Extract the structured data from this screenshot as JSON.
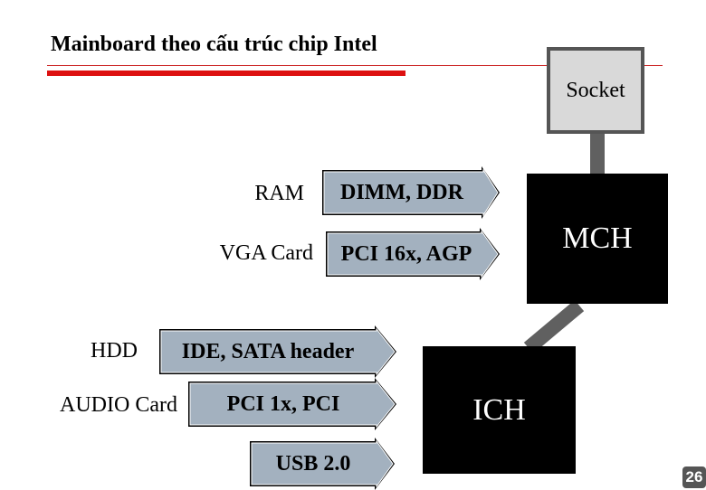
{
  "title": "Mainboard theo cấu trúc chip Intel",
  "socket": {
    "label": "Socket"
  },
  "mch": {
    "label": "MCH"
  },
  "ich": {
    "label": "ICH"
  },
  "mch_connections": [
    {
      "device": "RAM",
      "interface": "DIMM, DDR"
    },
    {
      "device": "VGA Card",
      "interface": "PCI 16x, AGP"
    }
  ],
  "ich_connections": [
    {
      "device": "HDD",
      "interface": "IDE, SATA header"
    },
    {
      "device": "AUDIO Card",
      "interface": "PCI 1x, PCI"
    },
    {
      "device": "",
      "interface": "USB 2.0"
    }
  ],
  "page_number": "26",
  "colors": {
    "arrow_fill": "#a3b1bf",
    "chip_fill": "#000000",
    "connector": "#606060",
    "accent_red": "#dd1111"
  }
}
